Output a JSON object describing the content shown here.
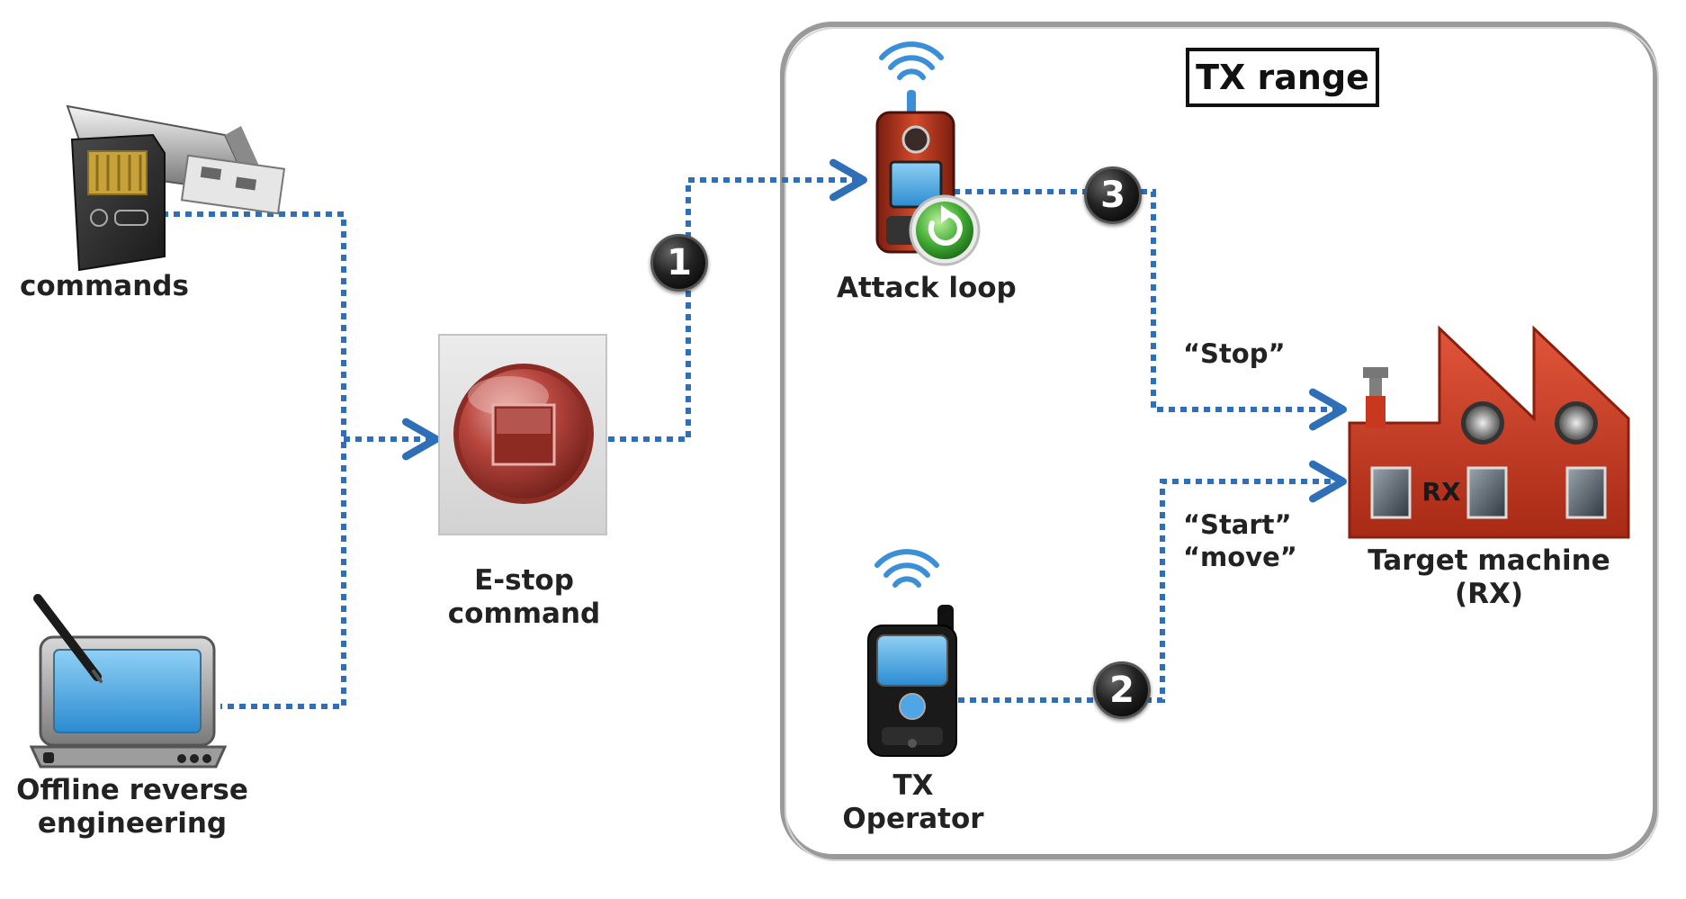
{
  "tx_range_label": "TX range",
  "labels": {
    "commands": "commands",
    "offline_line1": "Offline reverse",
    "offline_line2": "engineering",
    "estop_line1": "E-stop",
    "estop_line2": "command",
    "attack_loop": "Attack loop",
    "tx_line1": "TX",
    "tx_line2": "Operator",
    "target_line1": "Target machine",
    "target_line2": "(RX)",
    "rx": "RX"
  },
  "messages": {
    "stop": "“Stop”",
    "start": "“Start”",
    "move": "“move”"
  },
  "steps": [
    "1",
    "2",
    "3"
  ],
  "colors": {
    "connector": "#2f6fb8",
    "factory": "#c8381f",
    "estop": "#a83a32"
  }
}
